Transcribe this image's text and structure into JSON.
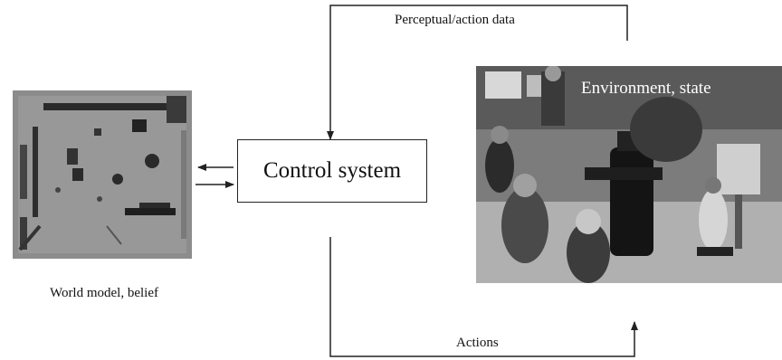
{
  "diagram": {
    "nodes": {
      "world_model": {
        "label": "World model, belief"
      },
      "control_system": {
        "label": "Control system"
      },
      "environment": {
        "label": "Environment, state"
      }
    },
    "edges": {
      "perceptual": {
        "label": "Perceptual/action data"
      },
      "actions": {
        "label": "Actions"
      }
    }
  },
  "colors": {
    "line": "#222222",
    "map_background": "#8e8e8e",
    "photo_background": "#6a6a6a"
  }
}
